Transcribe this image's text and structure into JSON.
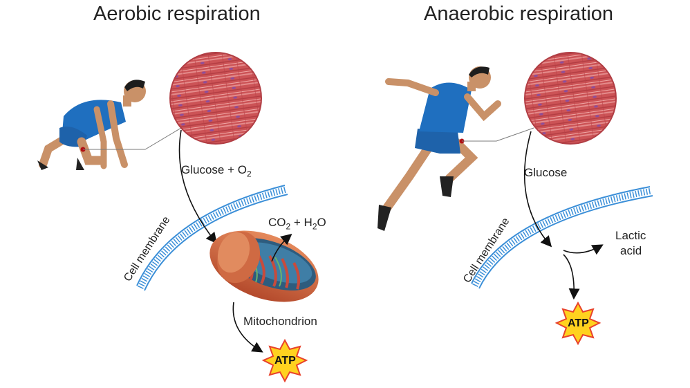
{
  "aerobic": {
    "title": "Aerobic respiration",
    "input_prefix": "Glucose + O",
    "input_sub": "2",
    "product_a": "CO",
    "product_a_sub": "2",
    "product_plus": " + H",
    "product_b_sub": "2",
    "product_b_suffix": "O",
    "membrane_label": "Cell membrane",
    "organelle_label": "Mitochondrion",
    "atp_label": "ATP"
  },
  "anaerobic": {
    "title": "Anaerobic respiration",
    "input_label": "Glucose",
    "product_line1": "Lactic",
    "product_line2": "acid",
    "membrane_label": "Cell membrane",
    "atp_label": "ATP"
  },
  "colors": {
    "muscle": "#c94a4f",
    "membrane": "#3b8fd8",
    "shirt": "#1f6fbf",
    "skin": "#c99168",
    "atp_star": "#ffd21f",
    "atp_edge": "#e8412b"
  }
}
